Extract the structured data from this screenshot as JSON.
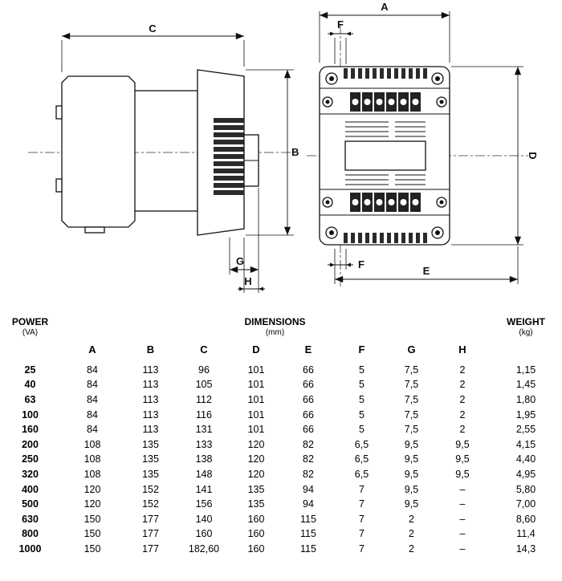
{
  "drawings": {
    "side_view": {
      "dims": {
        "c": "C",
        "b": "B",
        "g": "G",
        "h": "H"
      }
    },
    "front_view": {
      "dims": {
        "a": "A",
        "f_top": "F",
        "d": "D",
        "e": "E",
        "f_bottom": "F"
      }
    }
  },
  "table": {
    "header": {
      "power_label": "POWER",
      "power_unit": "(VA)",
      "dimensions_label": "DIMENSIONS",
      "dimensions_unit": "(mm)",
      "weight_label": "WEIGHT",
      "weight_unit": "(kg)",
      "columns": [
        "A",
        "B",
        "C",
        "D",
        "E",
        "F",
        "G",
        "H"
      ]
    },
    "rows": [
      [
        "25",
        "84",
        "113",
        "96",
        "101",
        "66",
        "5",
        "7,5",
        "2",
        "1,15"
      ],
      [
        "40",
        "84",
        "113",
        "105",
        "101",
        "66",
        "5",
        "7,5",
        "2",
        "1,45"
      ],
      [
        "63",
        "84",
        "113",
        "112",
        "101",
        "66",
        "5",
        "7,5",
        "2",
        "1,80"
      ],
      [
        "100",
        "84",
        "113",
        "116",
        "101",
        "66",
        "5",
        "7,5",
        "2",
        "1,95"
      ],
      [
        "160",
        "84",
        "113",
        "131",
        "101",
        "66",
        "5",
        "7,5",
        "2",
        "2,55"
      ],
      [
        "200",
        "108",
        "135",
        "133",
        "120",
        "82",
        "6,5",
        "9,5",
        "9,5",
        "4,15"
      ],
      [
        "250",
        "108",
        "135",
        "138",
        "120",
        "82",
        "6,5",
        "9,5",
        "9,5",
        "4,40"
      ],
      [
        "320",
        "108",
        "135",
        "148",
        "120",
        "82",
        "6,5",
        "9,5",
        "9,5",
        "4,95"
      ],
      [
        "400",
        "120",
        "152",
        "141",
        "135",
        "94",
        "7",
        "9,5",
        "–",
        "5,80"
      ],
      [
        "500",
        "120",
        "152",
        "156",
        "135",
        "94",
        "7",
        "9,5",
        "–",
        "7,00"
      ],
      [
        "630",
        "150",
        "177",
        "140",
        "160",
        "115",
        "7",
        "2",
        "–",
        "8,60"
      ],
      [
        "800",
        "150",
        "177",
        "160",
        "160",
        "115",
        "7",
        "2",
        "–",
        "11,4"
      ],
      [
        "1000",
        "150",
        "177",
        "182,60",
        "160",
        "115",
        "7",
        "2",
        "–",
        "14,3"
      ]
    ]
  }
}
